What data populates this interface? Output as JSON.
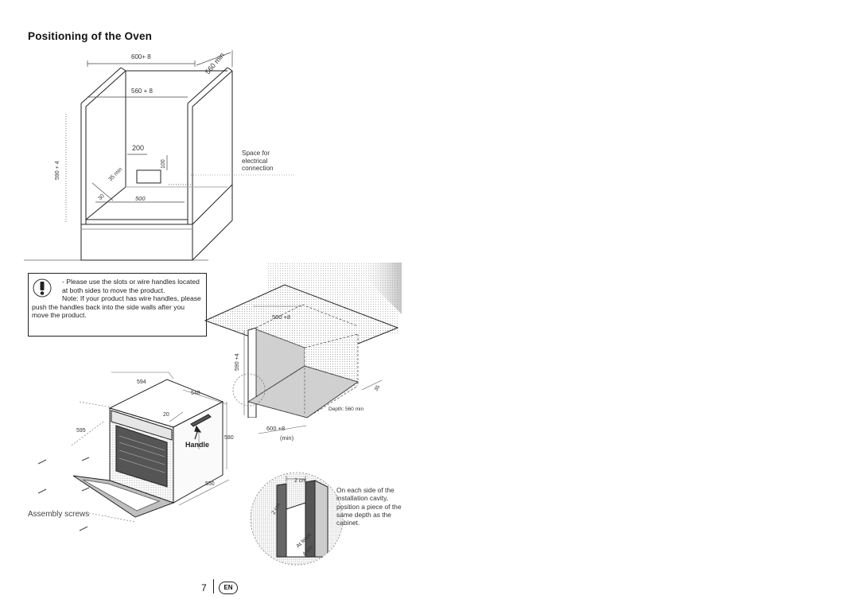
{
  "page": {
    "title": "Positioning of the Oven",
    "page_number": "7",
    "language_badge": "EN"
  },
  "top_diagram": {
    "dim_width_outer": "600+ 8",
    "dim_depth": "560 min",
    "dim_width_inner": "560 + 8",
    "dim_height": "590 + 4",
    "dim_200": "200",
    "dim_100": "100",
    "dim_35": "35 min",
    "dim_30": "30",
    "dim_500": "500",
    "electrical_label": "Space for\nelectrical\nconnection"
  },
  "warning": {
    "line1": "- Please use the slots or wire handles located\nat both sides to move the product.",
    "line2": "Note: If your product has wire handles, please\npush the handles back into the side walls after you\nmove the product."
  },
  "oven_diagram": {
    "dim_594": "594",
    "dim_548": "548",
    "dim_20": "20",
    "dim_595": "595",
    "dim_580": "580",
    "dim_550": "550",
    "handle_label": "Handle",
    "assembly_label": "Assembly screws"
  },
  "cabinet_diagram": {
    "dim_560": "560 +8",
    "dim_590": "590 +4",
    "dim_depth": "Depth: 560 min",
    "dim_600": "600 +8",
    "dim_min": "(min)",
    "dim_35": "35"
  },
  "detail_diagram": {
    "dim_2cm_top": "2 cm",
    "dim_2cm_side": "2 cm",
    "at_least": "At least",
    "dim_4cm": "4 cm",
    "side_note": "On each side of the\ninstallation cavity,\nposition a piece of the\nsame depth as the\ncabinet."
  }
}
